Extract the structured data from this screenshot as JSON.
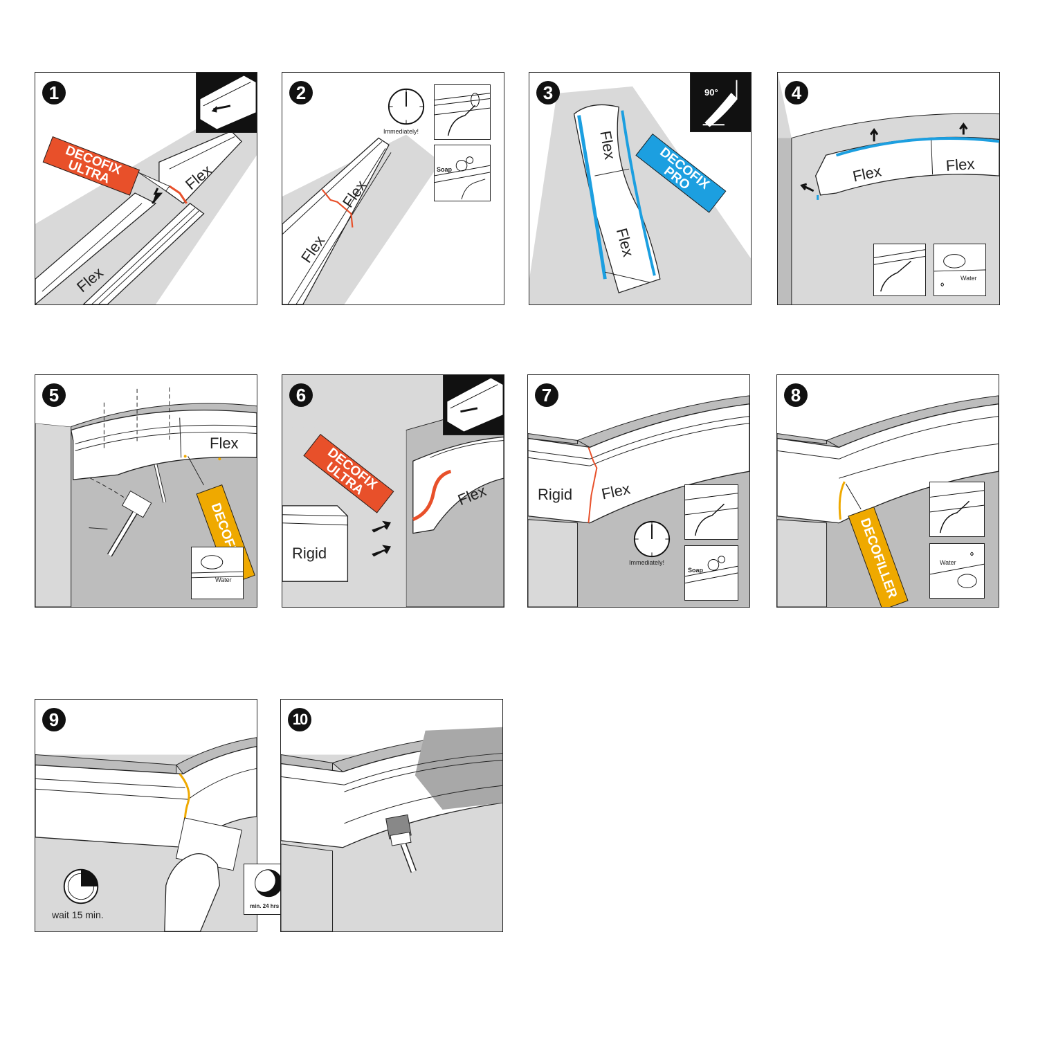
{
  "steps": [
    {
      "number": "1",
      "product": "DECOFIX ULTRA",
      "product_line1": "DECOFIX",
      "product_line2": "ULTRA",
      "labels": [
        "Flex",
        "Flex"
      ]
    },
    {
      "number": "2",
      "note": "Immediately!",
      "soap": "Soap",
      "labels": [
        "Flex",
        "Flex"
      ]
    },
    {
      "number": "3",
      "product_line1": "DECOFIX",
      "product_line2": "PRO",
      "angle": "90°",
      "labels": [
        "Flex",
        "Flex"
      ]
    },
    {
      "number": "4",
      "water": "Water",
      "labels": [
        "Flex",
        "Flex"
      ]
    },
    {
      "number": "5",
      "product": "DECOFILLER",
      "product_short": "DECOFILL",
      "water": "Water",
      "labels": [
        "Flex"
      ]
    },
    {
      "number": "6",
      "product_line1": "DECOFIX",
      "product_line2": "ULTRA",
      "labels": [
        "Flex",
        "Rigid"
      ]
    },
    {
      "number": "7",
      "note": "Immediately!",
      "soap": "Soap",
      "labels": [
        "Rigid",
        "Flex"
      ]
    },
    {
      "number": "8",
      "product": "DECOFILLER",
      "water": "Water"
    },
    {
      "number": "9",
      "wait": "wait 15 min."
    },
    {
      "number": "10",
      "dry": "min. 24 hrs"
    }
  ],
  "colors": {
    "red": "#e8502a",
    "blue": "#1c9fe0",
    "orange": "#efa900",
    "wall": "#d9d9d9",
    "wall_dark": "#bdbdbd"
  }
}
